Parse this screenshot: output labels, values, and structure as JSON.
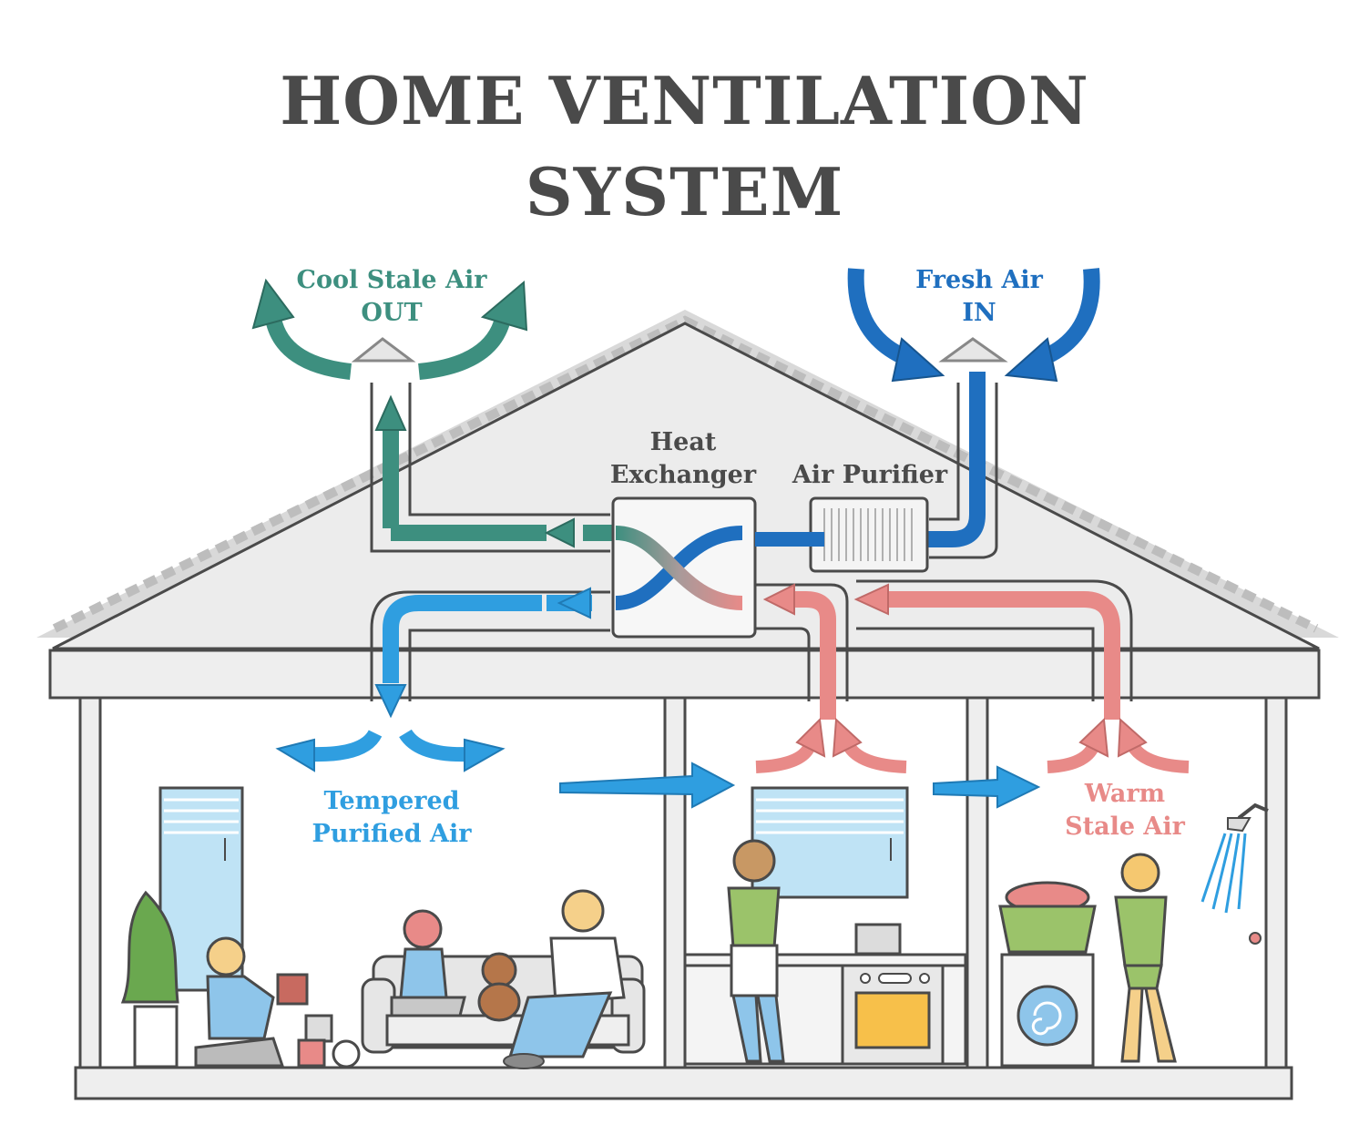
{
  "title": {
    "line1": "HOME VENTILATION",
    "line2": "SYSTEM"
  },
  "labels": {
    "cool_stale_air": {
      "line1": "Cool Stale Air",
      "line2": "OUT"
    },
    "fresh_air": {
      "line1": "Fresh Air",
      "line2": "IN"
    },
    "heat_exchanger": {
      "line1": "Heat",
      "line2": "Exchanger"
    },
    "air_purifier": "Air Purifier",
    "tempered_purified_air": {
      "line1": "Tempered",
      "line2": "Purified Air"
    },
    "warm_stale_air": {
      "line1": "Warm",
      "line2": "Stale Air"
    }
  },
  "colors": {
    "cool_stale": "#3d8f7f",
    "fresh": "#1f6fbf",
    "tempered": "#2f9ee0",
    "warm_stale": "#e88a88",
    "outline": "#4a4a4a",
    "house": "#ececec"
  },
  "icons": [
    "roof-vent-icon",
    "heat-exchanger-icon",
    "air-purifier-icon",
    "window-icon",
    "plant-icon",
    "sofa-icon",
    "stove-icon",
    "washing-machine-icon",
    "shower-icon",
    "teddy-bear-icon",
    "people-icon"
  ]
}
